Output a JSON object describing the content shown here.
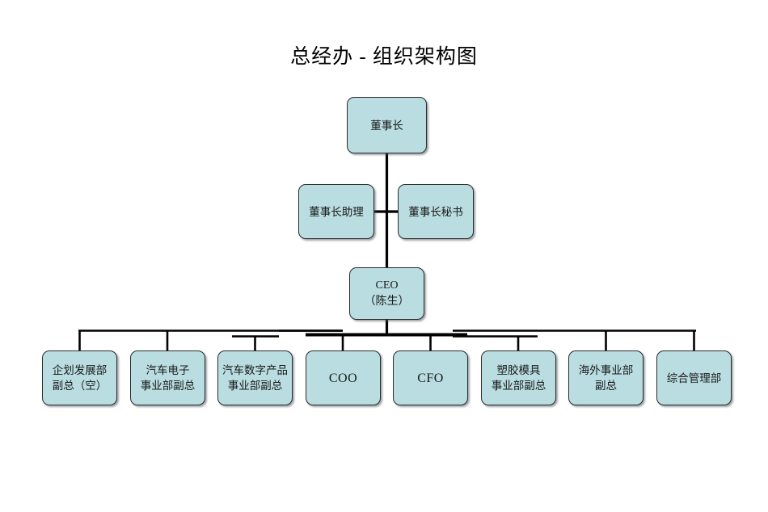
{
  "document": {
    "title": "总经办 - 组织架构图",
    "background_color": "#ffffff"
  },
  "theme": {
    "node_fill": "#b9dde1",
    "node_border": "#2b2b2b",
    "connector_color": "#000000",
    "text_color": "#1a1a1a"
  },
  "chart_data": {
    "type": "diagram",
    "diagram_kind": "org-chart",
    "title": "总经办 - 组织架构图",
    "levels": [
      {
        "level": 1,
        "nodes": [
          {
            "id": "chairman",
            "label": "董事长"
          }
        ]
      },
      {
        "level": 2,
        "relation": "staff",
        "nodes": [
          {
            "id": "chairman-assistant",
            "label": "董事长助理"
          },
          {
            "id": "chairman-secretary",
            "label": "董事长秘书"
          }
        ]
      },
      {
        "level": 3,
        "nodes": [
          {
            "id": "ceo",
            "label": "CEO\n（陈生）",
            "line1": "CEO",
            "line2": "（陈生）"
          }
        ]
      },
      {
        "level": 4,
        "nodes": [
          {
            "id": "planning-dev-vp",
            "label": "企划发展部\n副总（空）"
          },
          {
            "id": "auto-electronics-vp",
            "label": "汽车电子\n事业部副总"
          },
          {
            "id": "auto-digital-vp",
            "label": "汽车数字产品\n事业部副总"
          },
          {
            "id": "coo",
            "label": "COO"
          },
          {
            "id": "cfo",
            "label": "CFO"
          },
          {
            "id": "plastic-mold-vp",
            "label": "塑胶模具\n事业部副总"
          },
          {
            "id": "overseas-vp",
            "label": "海外事业部\n副总"
          },
          {
            "id": "general-admin",
            "label": "综合管理部"
          }
        ]
      }
    ],
    "edges": [
      {
        "from": "chairman",
        "to": "chairman-assistant"
      },
      {
        "from": "chairman",
        "to": "chairman-secretary"
      },
      {
        "from": "chairman",
        "to": "ceo"
      },
      {
        "from": "ceo",
        "to": "planning-dev-vp"
      },
      {
        "from": "ceo",
        "to": "auto-electronics-vp"
      },
      {
        "from": "ceo",
        "to": "auto-digital-vp"
      },
      {
        "from": "ceo",
        "to": "coo"
      },
      {
        "from": "ceo",
        "to": "cfo"
      },
      {
        "from": "ceo",
        "to": "plastic-mold-vp"
      },
      {
        "from": "ceo",
        "to": "overseas-vp"
      },
      {
        "from": "ceo",
        "to": "general-admin"
      }
    ]
  },
  "nodes": {
    "chairman": {
      "label": "董事长"
    },
    "chairman_assistant": {
      "label": "董事长助理"
    },
    "chairman_secretary": {
      "label": "董事长秘书"
    },
    "ceo": {
      "line1": "CEO",
      "line2": "（陈生）"
    },
    "planning_dev_vp": {
      "label": "企划发展部\n副总（空）"
    },
    "auto_electronics_vp": {
      "label": "汽车电子\n事业部副总"
    },
    "auto_digital_vp": {
      "label": "汽车数字产品\n事业部副总"
    },
    "coo": {
      "label": "COO"
    },
    "cfo": {
      "label": "CFO"
    },
    "plastic_mold_vp": {
      "label": "塑胶模具\n事业部副总"
    },
    "overseas_vp": {
      "label": "海外事业部\n副总"
    },
    "general_admin": {
      "label": "综合管理部"
    }
  }
}
